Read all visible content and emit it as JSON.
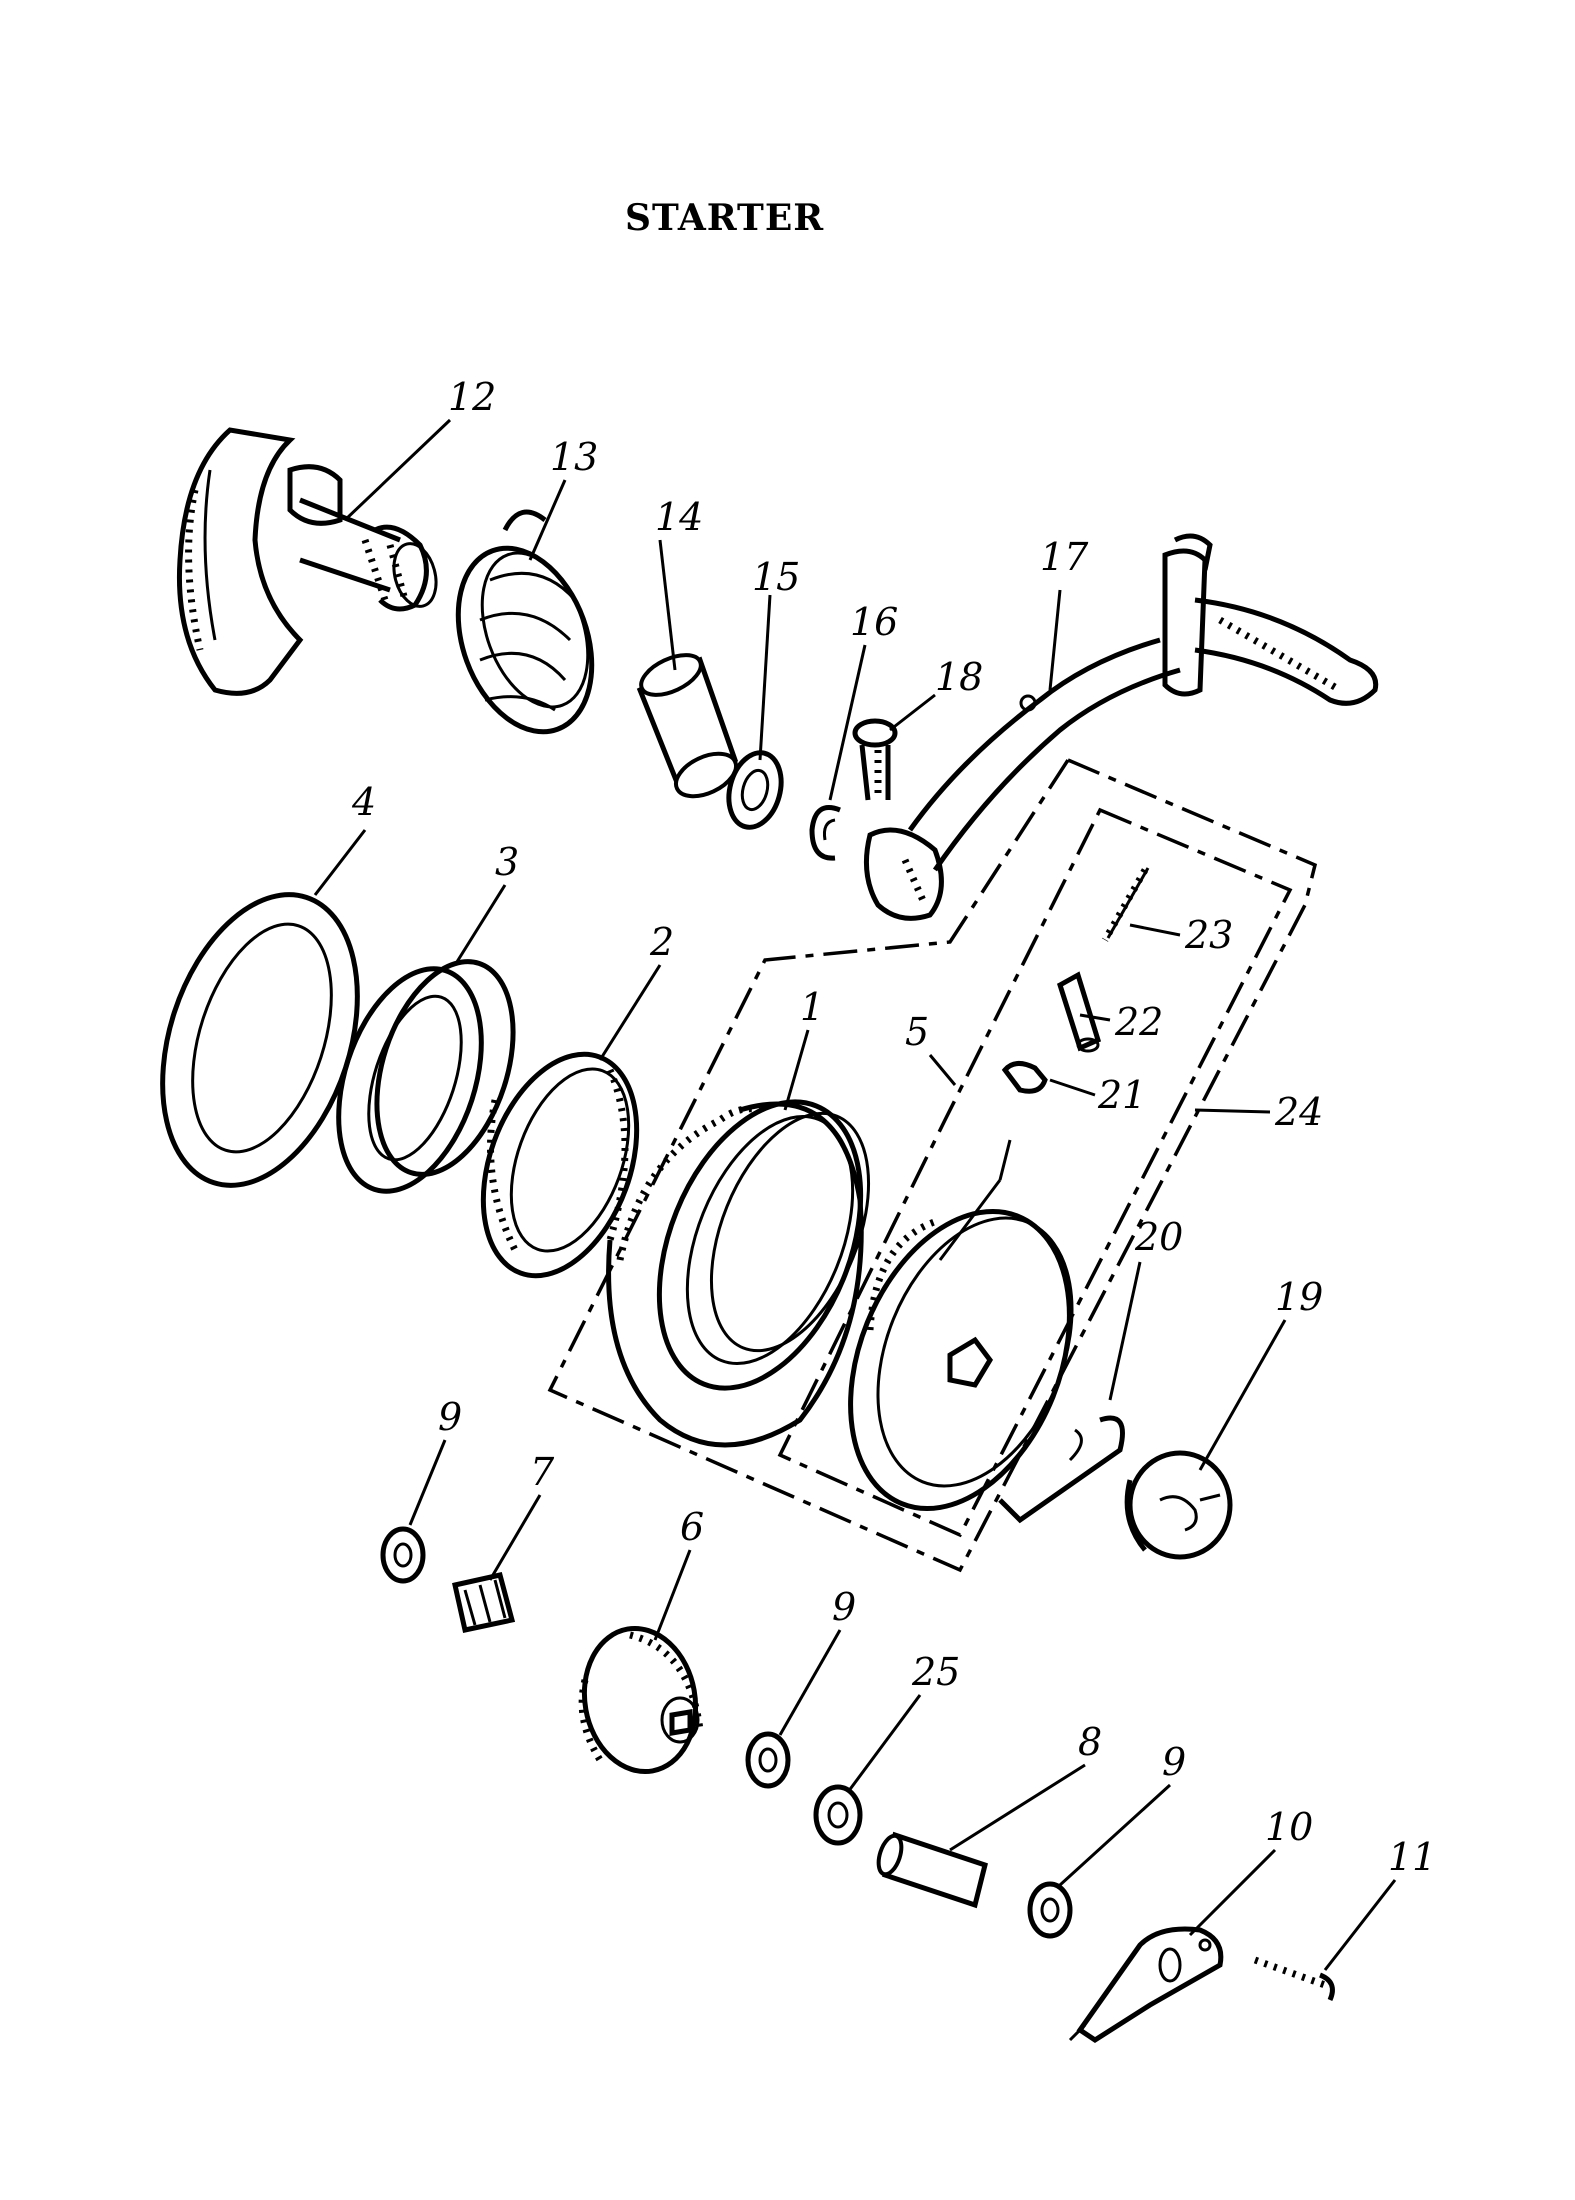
{
  "title": "STARTER",
  "callouts": {
    "p1": "1",
    "p2": "2",
    "p3": "3",
    "p4": "4",
    "p5": "5",
    "p6": "6",
    "p7": "7",
    "p8": "8",
    "p9a": "9",
    "p9b": "9",
    "p9c": "9",
    "p10": "10",
    "p11": "11",
    "p12": "12",
    "p13": "13",
    "p14": "14",
    "p15": "15",
    "p16": "16",
    "p17": "17",
    "p18": "18",
    "p19": "19",
    "p20": "20",
    "p21": "21",
    "p22": "22",
    "p23": "23",
    "p24": "24",
    "p25": "25"
  }
}
